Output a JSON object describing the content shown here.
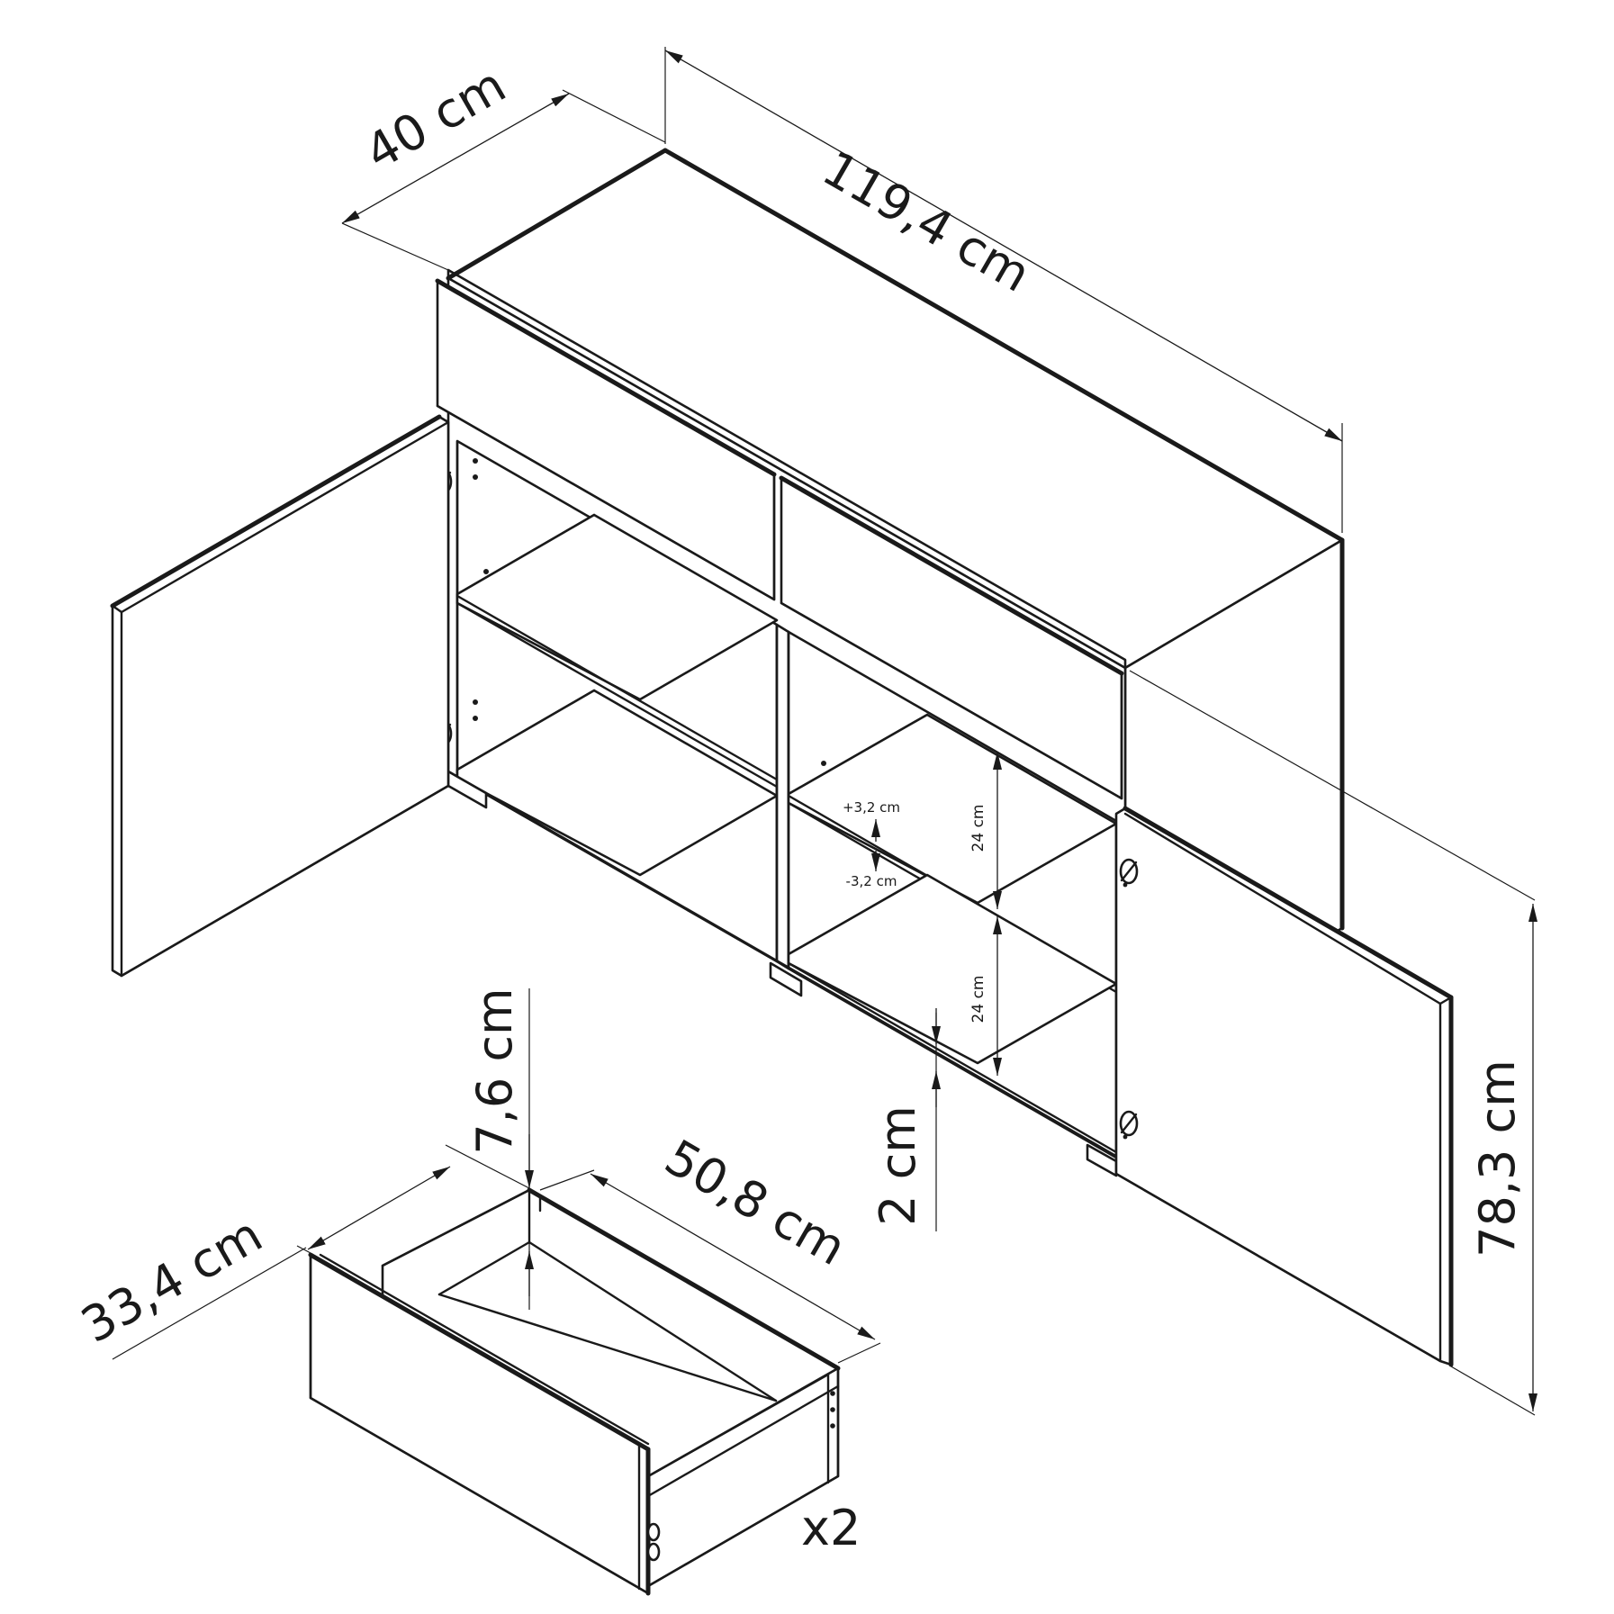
{
  "dimensions": {
    "depth": "40 cm",
    "width": "119,4 cm",
    "height": "78,3 cm",
    "shelf_upper": "24 cm",
    "shelf_lower": "24 cm",
    "shelf_adjust_up": "+3,2 cm",
    "shelf_adjust_down": "-3,2 cm",
    "plinth": "2 cm",
    "drawer_height": "7,6 cm",
    "drawer_width": "50,8 cm",
    "drawer_depth": "33,4 cm",
    "drawer_count": "x2"
  }
}
